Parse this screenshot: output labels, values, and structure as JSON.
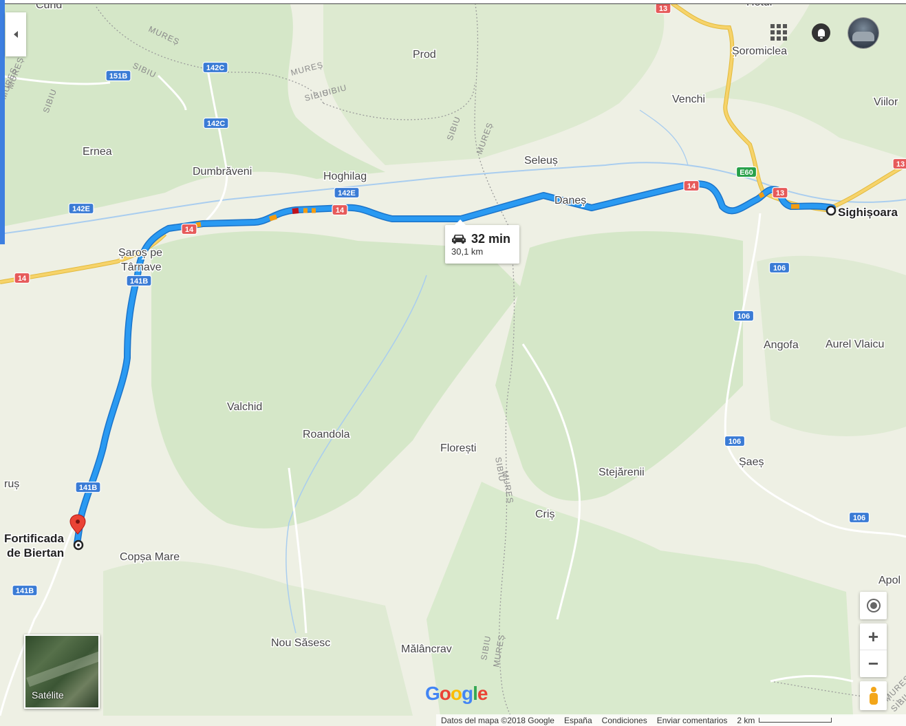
{
  "map": {
    "places": [
      "Prod",
      "Șoromiclea",
      "Venchi",
      "Viilor",
      "Ernea",
      "Dumbrăveni",
      "Hoghilag",
      "Seleuș",
      "Daneș",
      "Sighișoara",
      "Șaroș pe",
      "Târnave",
      "Angofa",
      "Aurel Vlaicu",
      "Valchid",
      "Roandola",
      "Florești",
      "Stejărenii",
      "Șaeș",
      "Criș",
      "Fortificada",
      "de Biertan",
      "Copșa Mare",
      "Nou Săsesc",
      "Mălâncrav",
      "Apol",
      "Cund",
      "Hetur",
      "ruș"
    ],
    "county_labels": [
      "MUREȘ",
      "SIBIU",
      "MUREȘ",
      "SIBIU",
      "MUREȘ",
      "SIBIU",
      "SIBIU",
      "MUREȘ",
      "SIBIU",
      "MUREȘ",
      "SIBIU",
      "MUREȘ",
      "SIBIU",
      "MUREȘ",
      "MUREȘ",
      "SIBIU"
    ],
    "road_shields": {
      "r151b": "151B",
      "r142c_a": "142C",
      "r142c_b": "142C",
      "r142e_a": "142E",
      "r142e_b": "142E",
      "r14_a": "14",
      "r14_b": "14",
      "r14_c": "14",
      "r14_d": "14",
      "r13_a": "13",
      "r13_b": "13",
      "r13_c": "13",
      "re60": "E60",
      "r141b_a": "141B",
      "r141b_b": "141B",
      "r141b_c": "141B",
      "r106_a": "106",
      "r106_b": "106",
      "r106_c": "106",
      "r106_d": "106"
    },
    "colors": {
      "route": "#2a9af2",
      "route_border": "#1a73c9",
      "traffic_slow": "#f39c12",
      "traffic_jam": "#c0131d",
      "highway": "#f6c94d",
      "national_road": "#ffffff",
      "destination_pin": "#ea4335",
      "land": "#eef0e4",
      "forest": "#cfe3c0"
    }
  },
  "route": {
    "time": "32 min",
    "distance": "30,1 km",
    "origin": "Sighișoara",
    "destination_line1": "Fortificada",
    "destination_line2": "de Biertan"
  },
  "satellite_label": "Satélite",
  "google_logo": [
    "G",
    "o",
    "o",
    "g",
    "l",
    "e"
  ],
  "footer": {
    "map_data": "Datos del mapa ©2018 Google",
    "country": "España",
    "terms": "Condiciones",
    "feedback": "Enviar comentarios",
    "scale": "2 km"
  },
  "icons": {
    "collapse": "chevron-left-icon",
    "apps": "apps-grid-icon",
    "notifications": "bell-icon",
    "locate": "my-location-icon",
    "zoom_in": "plus-icon",
    "zoom_out": "minus-icon",
    "street_view": "pegman-icon",
    "car": "car-icon",
    "pin": "map-pin-icon"
  }
}
